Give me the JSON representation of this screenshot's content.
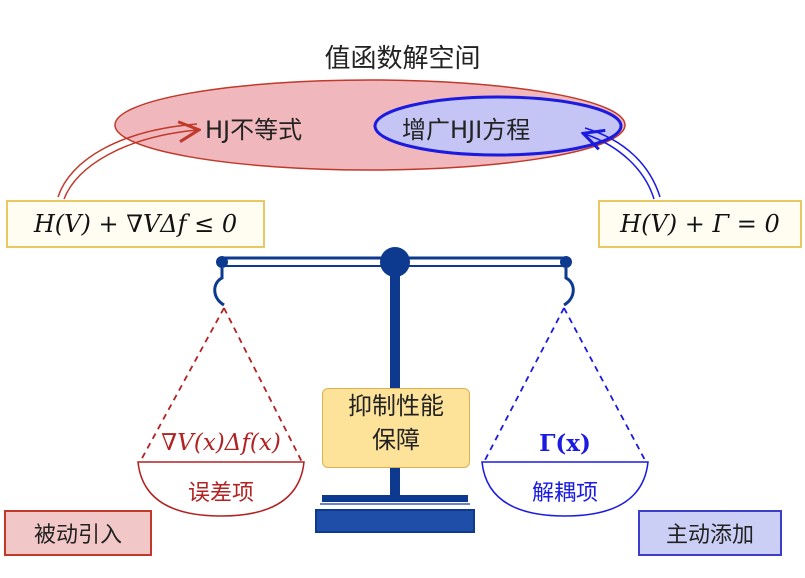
{
  "title": "值函数解空间",
  "outer_set": {
    "label": "HJ不等式",
    "fill": "#f0b8bc",
    "stroke": "#c0392b"
  },
  "inner_set": {
    "label": "增广HJI方程",
    "fill": "#c5c5f5",
    "stroke": "#1a1ae0"
  },
  "left_equation": "H(V) + ∇VΔf ≤ 0",
  "right_equation": "H(V) + Γ = 0",
  "center_label": {
    "line1": "抑制性能",
    "line2": "保障"
  },
  "left_pan": {
    "formula": "∇V(x)Δf(x)",
    "label": "误差项",
    "color": "#b22222"
  },
  "right_pan": {
    "formula": "Γ(x)",
    "label": "解耦项",
    "color": "#1a1ae0"
  },
  "left_tag": "被动引入",
  "right_tag": "主动添加",
  "scale_color": "#0d3a8f"
}
